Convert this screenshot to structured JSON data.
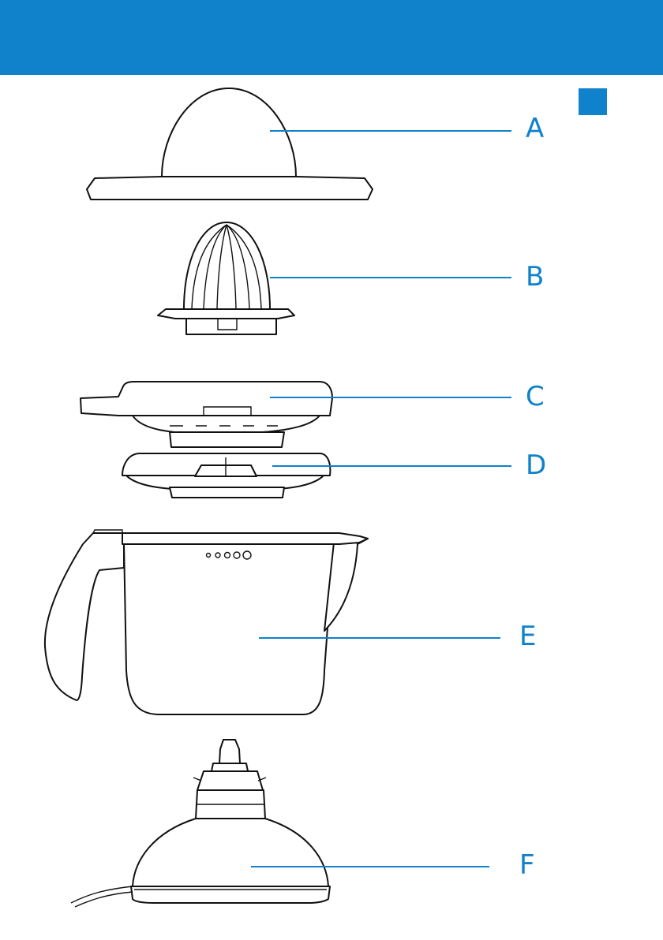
{
  "header": {
    "band_color": "#1081cb"
  },
  "tab": {
    "color": "#1081cb"
  },
  "parts": [
    {
      "letter": "A",
      "icon": "dust-cover"
    },
    {
      "letter": "B",
      "icon": "cone"
    },
    {
      "letter": "C",
      "icon": "pulp-container"
    },
    {
      "letter": "D",
      "icon": "sieve"
    },
    {
      "letter": "E",
      "icon": "juice-jug"
    },
    {
      "letter": "F",
      "icon": "motor-unit"
    }
  ],
  "colors": {
    "accent": "#1081cb",
    "line": "#111111"
  }
}
